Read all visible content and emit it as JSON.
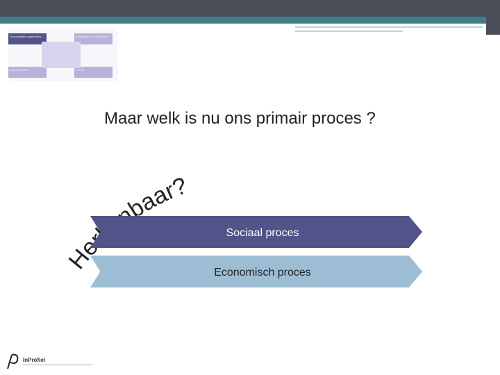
{
  "thumbnail": {
    "box_top_left": "Toewegelijke organisaties...",
    "box_top_right": "Waardegerichte omgeving",
    "box_bottom_left": "Lijst activiteiten",
    "box_bottom_right": "Proces"
  },
  "slide": {
    "question": "Maar welk is nu ons primair proces ?",
    "curved_text": "Herkenbaar?",
    "bars": [
      {
        "label": "Sociaal proces"
      },
      {
        "label": "Economisch proces"
      }
    ]
  },
  "footer": {
    "logo_text": "InProfiel"
  },
  "colors": {
    "header_band": "#4a4f5a",
    "teal_band": "#3f7e84",
    "social_bar": "#525389",
    "economic_bar": "#9dbdd4"
  }
}
